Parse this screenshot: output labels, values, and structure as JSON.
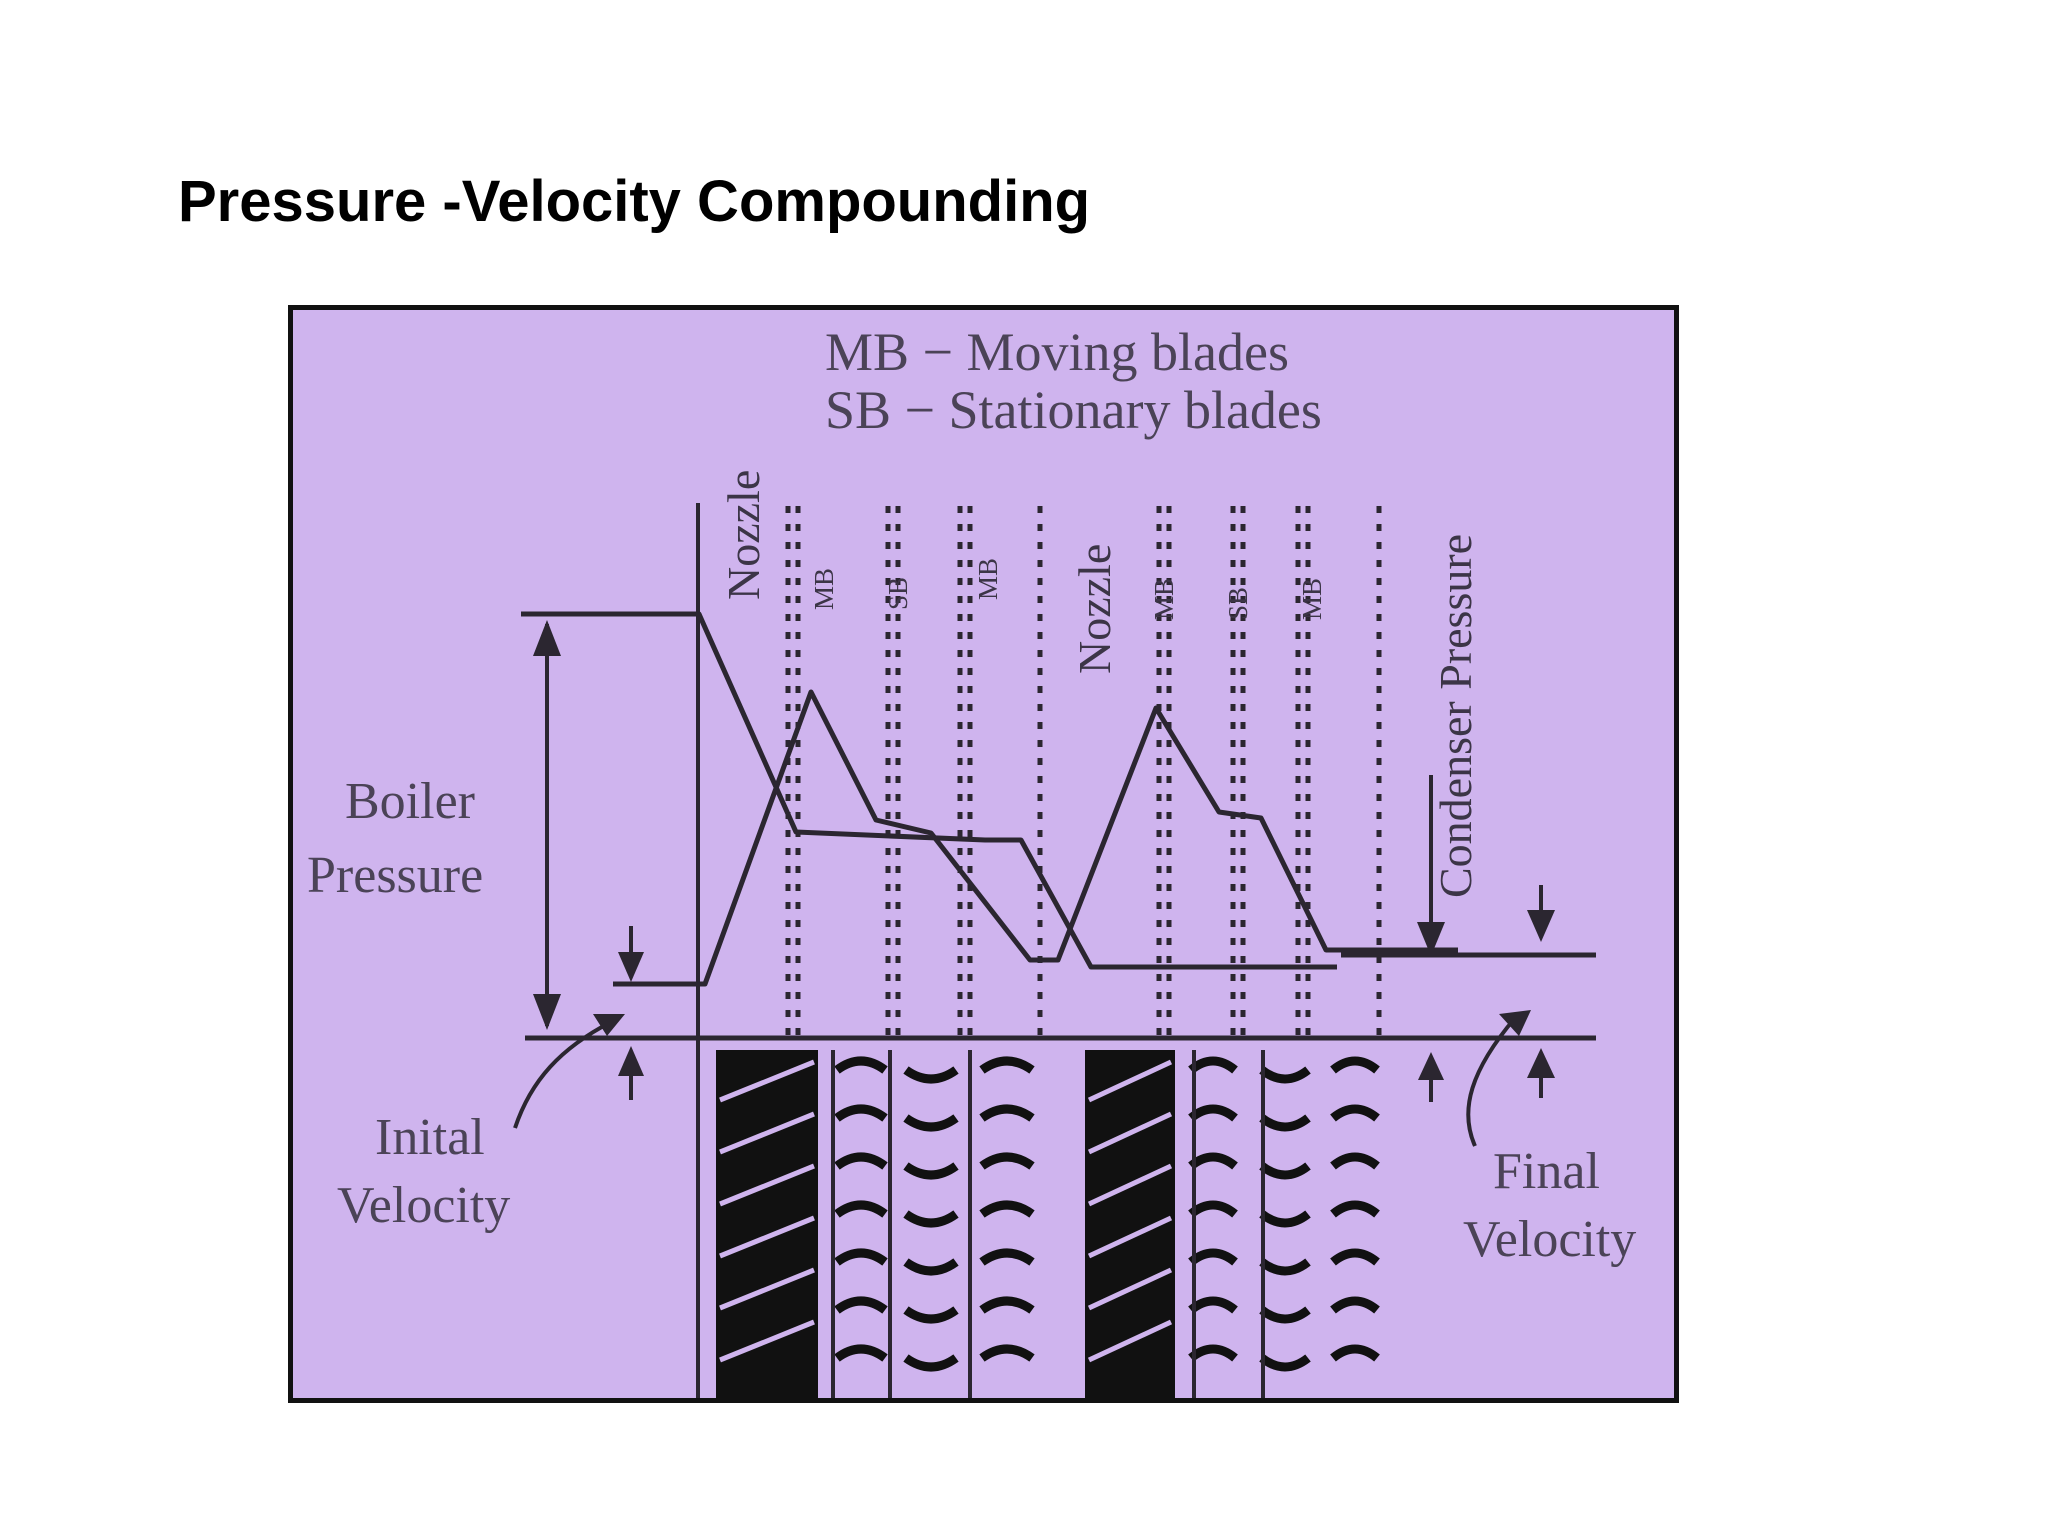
{
  "slide": {
    "title": "Pressure -Velocity Compounding"
  },
  "diagram": {
    "colors": {
      "background": "#cfb4ee",
      "ink": "#2b2630",
      "label": "#4b4357"
    },
    "legend": {
      "line1": "MB − Moving blades",
      "line2": "SB − Stationary blades"
    },
    "labels": {
      "nozzle_1": "Nozzle",
      "nozzle_2": "Nozzle",
      "condenser_pressure": "Condenser Pressure",
      "boiler_line1": "Boiler",
      "boiler_line2": "Pressure",
      "initial_line1": "Inital",
      "initial_line2": "Velocity",
      "final_line1": "Final",
      "final_line2": "Velocity"
    },
    "blade_labels": [
      "MB",
      "SB",
      "MB",
      "MB",
      "SB",
      "MB"
    ]
  }
}
